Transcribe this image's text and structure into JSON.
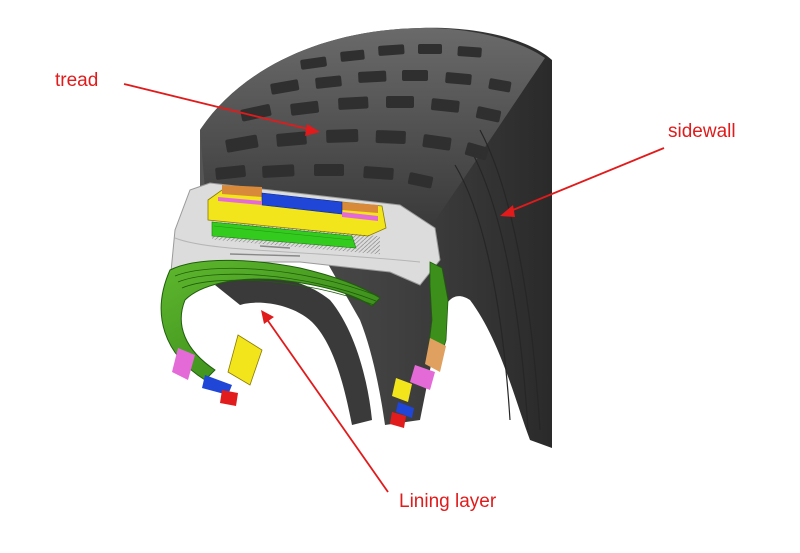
{
  "labels": {
    "tread": "tread",
    "sidewall": "sidewall",
    "lining": "Lining layer"
  },
  "colors": {
    "annotation": "#e11b1b",
    "rubber": "#4a4a4a",
    "rubber_dark": "#2e2e2e",
    "inner_liner": "#3c8f1a",
    "belt_yellow": "#f2e51c",
    "belt_blue": "#1f46d6",
    "belt_green": "#33cc1e",
    "belt_orange": "#d8893a",
    "belt_pink": "#e46ad8",
    "body_ply": "#d9d9d9",
    "bead_red": "#e21c1c"
  }
}
